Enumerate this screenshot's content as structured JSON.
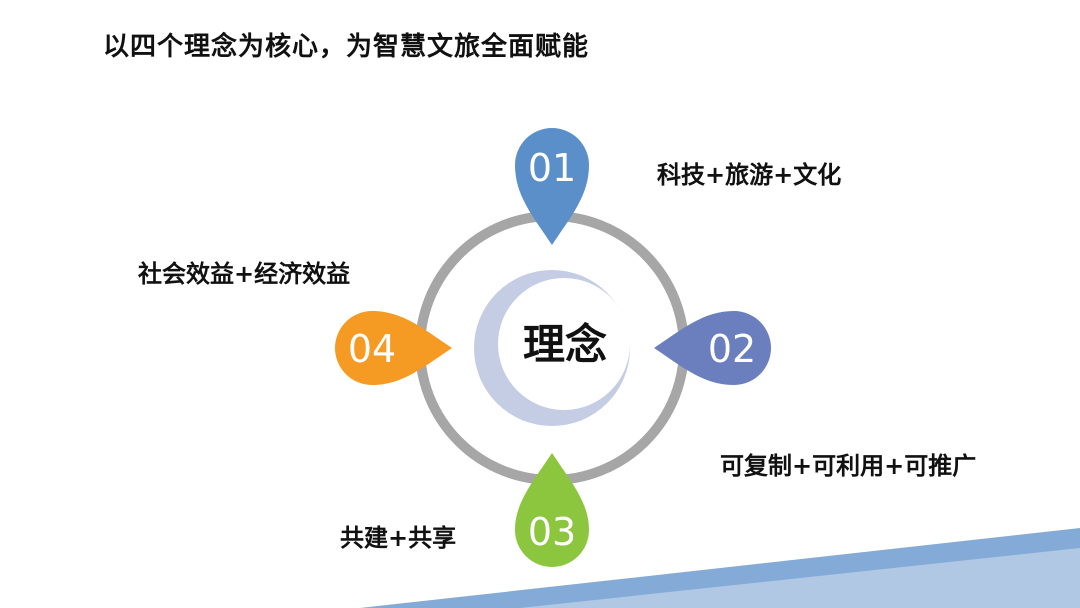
{
  "title": "以四个理念为核心，为智慧文旅全面赋能",
  "center_label": "理念",
  "items": [
    {
      "number": "01",
      "text": "科技+旅游+文化",
      "color": "#5b8fc9"
    },
    {
      "number": "02",
      "text": "可复制+可利用+可推广",
      "color": "#6b7fbe"
    },
    {
      "number": "03",
      "text": "共建+共享",
      "color": "#8cc63f"
    },
    {
      "number": "04",
      "text": "社会效益+经济效益",
      "color": "#f59a23"
    }
  ],
  "colors": {
    "ring_outer": "#a6a6a6",
    "ring_inner": "#c5cde4",
    "decor_band_1": "#5b8fc9",
    "decor_band_2": "#b9cde6"
  },
  "icons": [
    "teardrop-pin-icon"
  ]
}
